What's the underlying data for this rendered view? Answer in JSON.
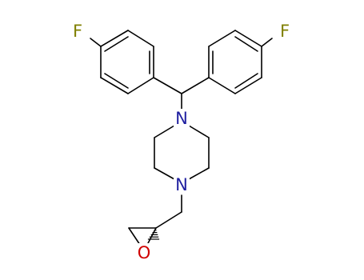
{
  "molecule": {
    "atom_labels": {
      "fluorine_left": "F",
      "fluorine_right": "F",
      "nitrogen_top": "N",
      "nitrogen_bottom": "N",
      "oxygen_epoxide": "O"
    },
    "colors": {
      "bond": "#000000",
      "fluorine": "#808000",
      "nitrogen": "#1f1fa0",
      "oxygen": "#d00000"
    }
  }
}
